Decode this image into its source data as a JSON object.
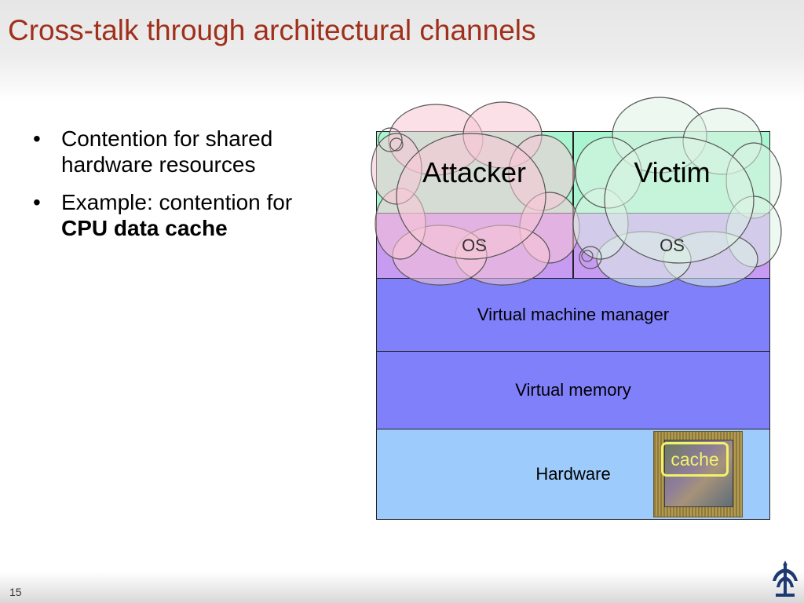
{
  "slide": {
    "title": "Cross-talk through architectural channels",
    "page_number": "15"
  },
  "bullets": [
    {
      "text": "Contention for shared hardware resources",
      "bold": ""
    },
    {
      "text": "Example: contention for",
      "bold": "CPU data cache"
    }
  ],
  "diagram": {
    "attacker_label": "Attacker",
    "victim_label": "Victim",
    "attacker_os_label": "OS",
    "victim_os_label": "OS",
    "vmm_label": "Virtual machine manager",
    "vm_label": "Virtual memory",
    "hardware_label": "Hardware",
    "cache_label": "cache",
    "colors": {
      "app_layer": "#a8f5d0",
      "os_layer": "#c79bf2",
      "vmm_layer": "#8080fb",
      "vm_layer": "#8080fb",
      "hardware_layer": "#9dccfc",
      "attacker_cloud": "#f7c6d6",
      "victim_cloud": "#dcf2e4",
      "cache_highlight": "#f1f26a"
    }
  },
  "logo_icon": "university-logo-icon"
}
